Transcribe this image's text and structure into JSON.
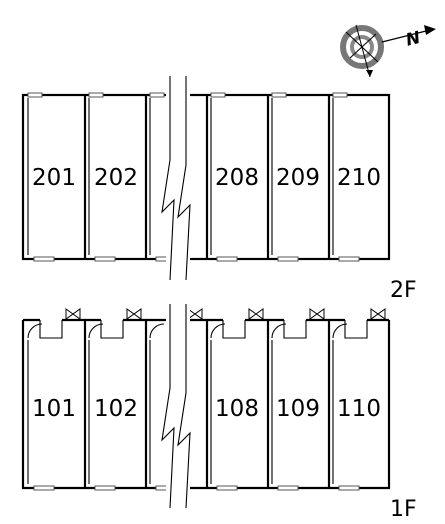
{
  "compass": {
    "north_label": "N"
  },
  "floors": [
    {
      "label": "2F",
      "units": [
        "201",
        "202",
        "208",
        "209",
        "210"
      ]
    },
    {
      "label": "1F",
      "units": [
        "101",
        "102",
        "108",
        "109",
        "110"
      ]
    }
  ]
}
